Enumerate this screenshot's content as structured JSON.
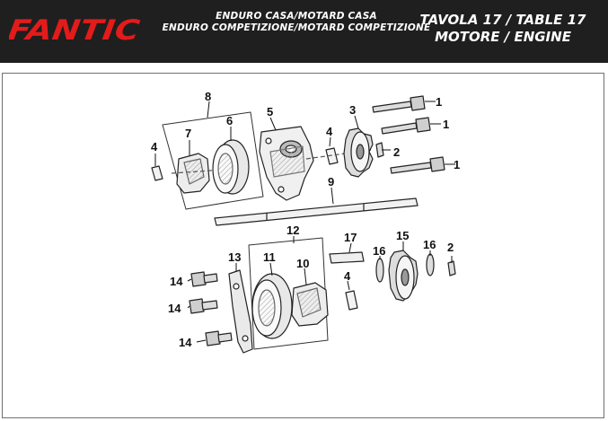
{
  "header": {
    "brand": "FANTIC",
    "brand_color": "#e21b1b",
    "model_line1": "ENDURO CASA/MOTARD CASA",
    "model_line2": "ENDURO COMPETIZIONE/MOTARD COMPETIZIONE",
    "table_line1": "TAVOLA 17  /  TABLE 17",
    "table_line2": "MOTORE  /  ENGINE"
  },
  "callouts": {
    "c1a": "1",
    "c1b": "1",
    "c1c": "1",
    "c2a": "2",
    "c2b": "2",
    "c3": "3",
    "c4a": "4",
    "c4b": "4",
    "c4c": "4",
    "c5": "5",
    "c6": "6",
    "c7": "7",
    "c8": "8",
    "c9": "9",
    "c10": "10",
    "c11": "11",
    "c12": "12",
    "c13": "13",
    "c14a": "14",
    "c14b": "14",
    "c14c": "14",
    "c15": "15",
    "c16a": "16",
    "c16b": "16",
    "c17": "17"
  }
}
